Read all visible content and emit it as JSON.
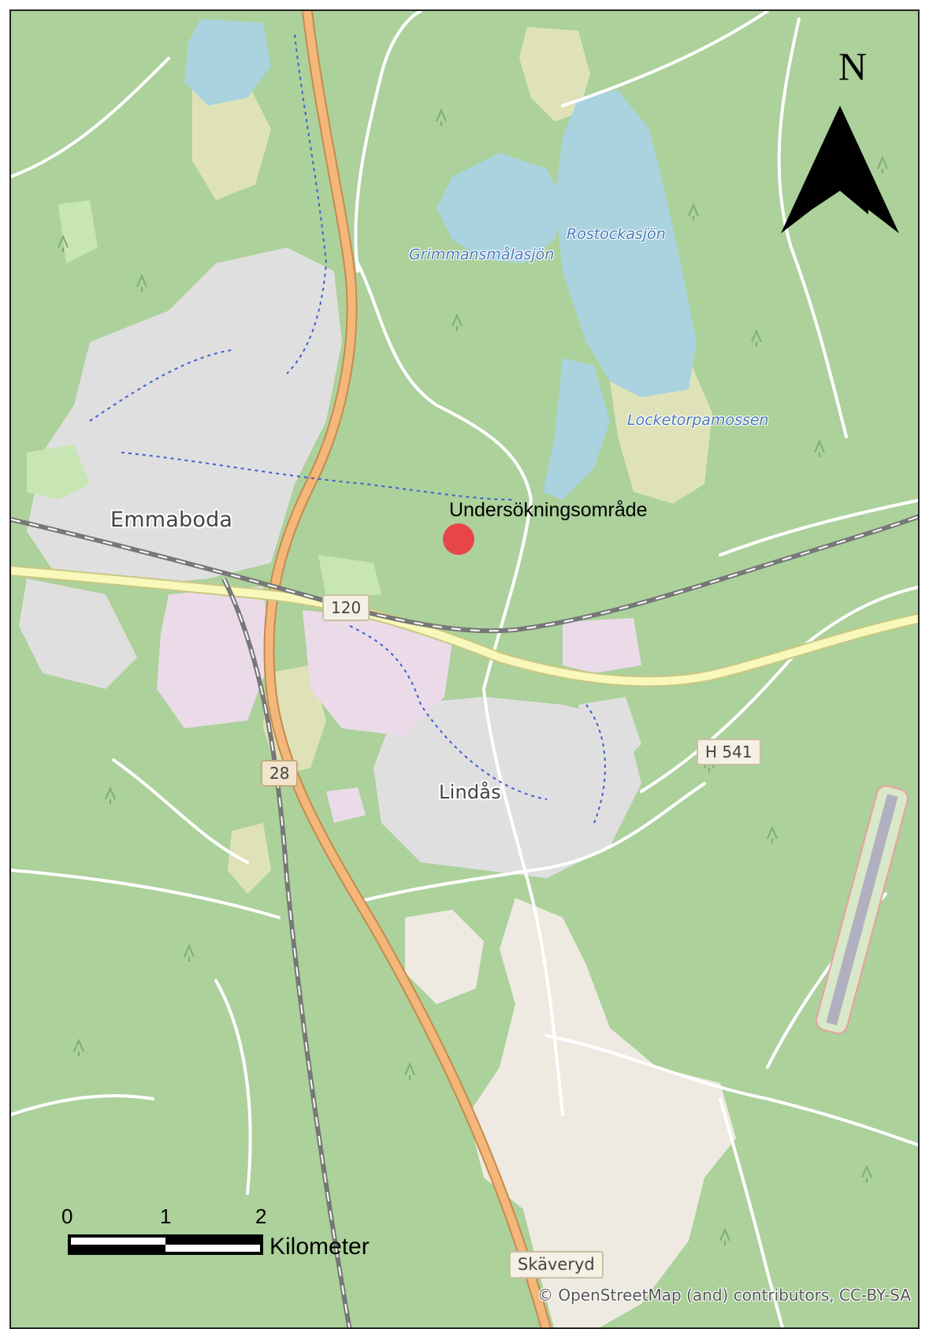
{
  "map": {
    "places": {
      "emmaboda": "Emmaboda",
      "lindas": "Lindås",
      "skaveryd": "Skäveryd"
    },
    "water": {
      "grimmansmalasjon": "Grimmansmålasjön",
      "rostockasjon": "Rostockasjön",
      "locketorpamossen": "Locketorpamossen"
    },
    "roads": {
      "road_120": "120",
      "road_28": "28",
      "road_h541": "H 541"
    },
    "study_site": {
      "label": "Undersökningsområde",
      "marker_color": "#e8454a"
    },
    "north_arrow": {
      "letter": "N"
    },
    "scale_bar": {
      "ticks": [
        "0",
        "1",
        "2"
      ],
      "unit": "Kilometer"
    },
    "attribution": "© OpenStreetMap (and) contributors, CC-BY-SA",
    "colors": {
      "forest": "#acd19b",
      "water": "#aad3df",
      "residential": "#e0dfdf",
      "industrial": "#ebdbe8",
      "bare": "#eeeae2",
      "marsh": "#dfe2b8",
      "motorway": "#f4b77a",
      "primary_road": "#f8f8ba",
      "railway": "#777777"
    }
  }
}
